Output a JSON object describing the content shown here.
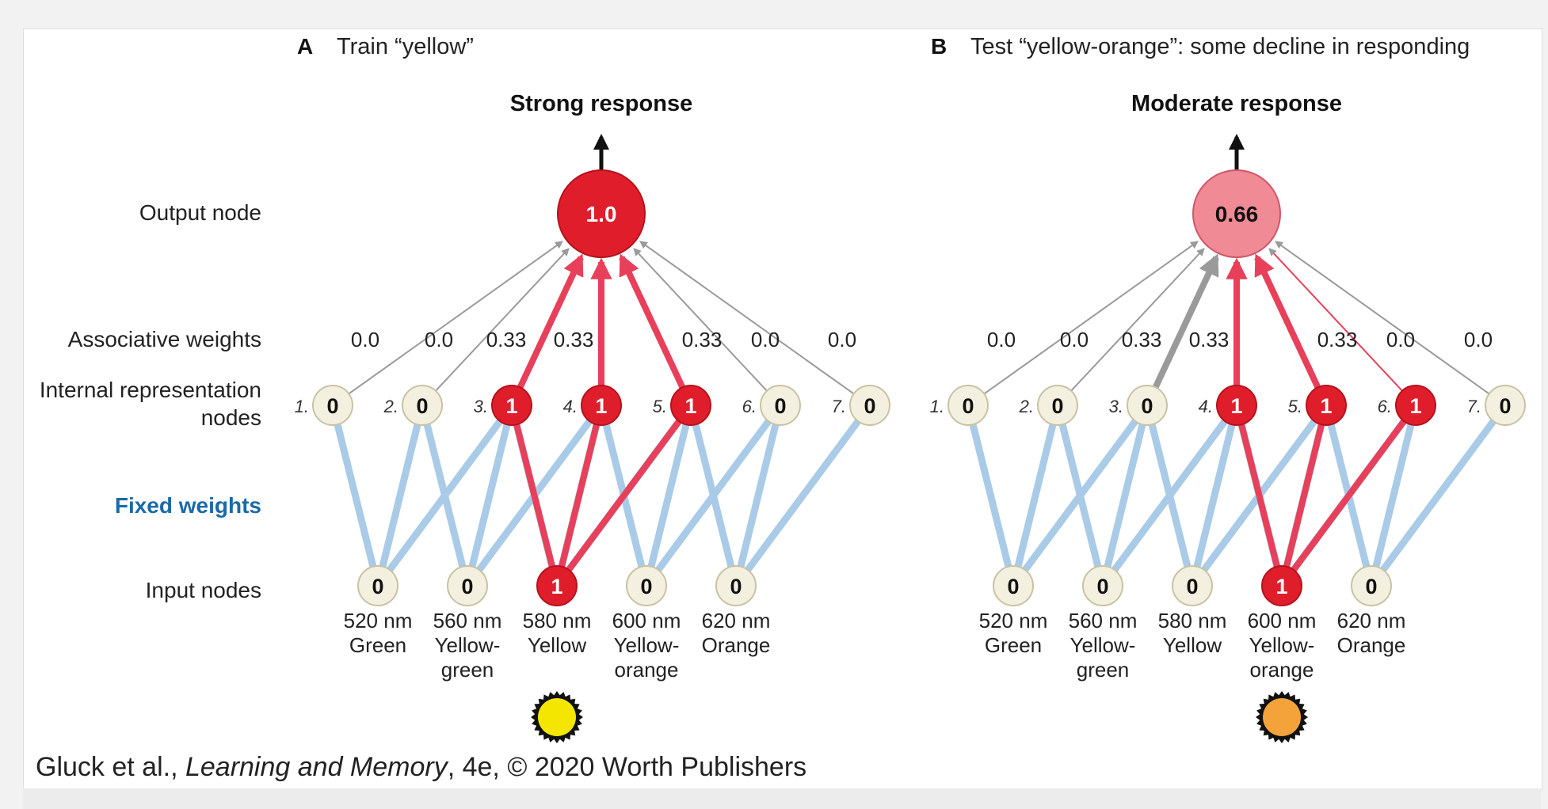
{
  "panel_a": {
    "letter": "A",
    "title": "Train “yellow”",
    "response": "Strong response",
    "output_value": "1.0",
    "output_color": "#e01e2b",
    "assoc_weights": [
      "0.0",
      "0.0",
      "0.33",
      "0.33",
      "0.33",
      "0.0",
      "0.0"
    ],
    "internal_nodes": [
      {
        "num": "1.",
        "value": "0"
      },
      {
        "num": "2.",
        "value": "0"
      },
      {
        "num": "3.",
        "value": "1"
      },
      {
        "num": "4.",
        "value": "1"
      },
      {
        "num": "5.",
        "value": "1"
      },
      {
        "num": "6.",
        "value": "0"
      },
      {
        "num": "7.",
        "value": "0"
      }
    ],
    "input_nodes": [
      {
        "value": "0",
        "lines": [
          "520 nm",
          "Green"
        ]
      },
      {
        "value": "0",
        "lines": [
          "560 nm",
          "Yellow-",
          "green"
        ]
      },
      {
        "value": "1",
        "lines": [
          "580 nm",
          "Yellow"
        ]
      },
      {
        "value": "0",
        "lines": [
          "600 nm",
          "Yellow-",
          "orange"
        ]
      },
      {
        "value": "0",
        "lines": [
          "620 nm",
          "Orange"
        ]
      }
    ],
    "stimulus_color": "#f4e600"
  },
  "panel_b": {
    "letter": "B",
    "title": "Test “yellow-orange”: some decline in responding",
    "response": "Moderate response",
    "output_value": "0.66",
    "output_color": "#f08a94",
    "assoc_weights": [
      "0.0",
      "0.0",
      "0.33",
      "0.33",
      "0.33",
      "0.0",
      "0.0"
    ],
    "internal_nodes": [
      {
        "num": "1.",
        "value": "0"
      },
      {
        "num": "2.",
        "value": "0"
      },
      {
        "num": "3.",
        "value": "0"
      },
      {
        "num": "4.",
        "value": "1"
      },
      {
        "num": "5.",
        "value": "1"
      },
      {
        "num": "6.",
        "value": "1"
      },
      {
        "num": "7.",
        "value": "0"
      }
    ],
    "input_nodes": [
      {
        "value": "0",
        "lines": [
          "520 nm",
          "Green"
        ]
      },
      {
        "value": "0",
        "lines": [
          "560 nm",
          "Yellow-",
          "green"
        ]
      },
      {
        "value": "0",
        "lines": [
          "580 nm",
          "Yellow"
        ]
      },
      {
        "value": "1",
        "lines": [
          "600 nm",
          "Yellow-",
          "orange"
        ]
      },
      {
        "value": "0",
        "lines": [
          "620 nm",
          "Orange"
        ]
      }
    ],
    "stimulus_color": "#f4a23a"
  },
  "row_labels": {
    "output": "Output node",
    "assoc": "Associative weights",
    "internal_1": "Internal representation",
    "internal_2": "nodes",
    "fixed": "Fixed weights",
    "input": "Input nodes"
  },
  "caption": {
    "prefix": "Gluck et al., ",
    "book": "Learning and Memory",
    "suffix": ", 4e, © 2020 Worth Publishers"
  },
  "colors": {
    "active_red": "#e01e2b",
    "weight_red": "#e8405a",
    "fixed_blue": "#a9cbe8",
    "inactive_node": "#f4f0e0",
    "label_blue": "#1b6aa8"
  }
}
